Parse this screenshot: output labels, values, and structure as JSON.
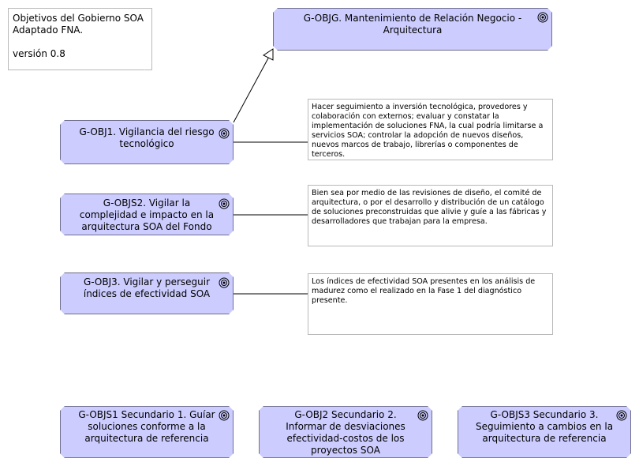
{
  "header_note": {
    "lines": [
      "Objetivos del Gobierno SOA",
      "Adaptado FNA.",
      "",
      "versión 0.8"
    ]
  },
  "goals": {
    "main": {
      "label": "G-OBJG. Mantenimiento de Relación Negocio - Arquitectura",
      "icon": "goal-target-icon"
    },
    "obj1": {
      "label": "G-OBJ1. Vigilancia del riesgo tecnológico",
      "icon": "goal-target-icon"
    },
    "objs2": {
      "label": "G-OBJS2. Vigilar la complejidad e impacto en la arquitectura SOA del Fondo",
      "icon": "goal-target-icon"
    },
    "obj3": {
      "label": "G-OBJ3. Vigilar y perseguir índices de efectividad SOA",
      "icon": "goal-target-icon"
    },
    "sec1": {
      "label": "G-OBJS1 Secundario 1. Guíar soluciones conforme a la arquitectura de referencia",
      "icon": "goal-target-icon"
    },
    "sec2": {
      "label": "G-OBJ2 Secundario 2. Informar de desviaciones efectividad-costos de los proyectos SOA",
      "icon": "goal-target-icon"
    },
    "sec3": {
      "label": "G-OBJS3 Secundario 3. Seguimiento a cambios en la arquitectura de referencia",
      "icon": "goal-target-icon"
    }
  },
  "notes": {
    "note1": "Hacer seguimiento a inversión tecnológica, provedores y colaboración con externos; evaluar y constatar la implementación de soluciones FNA, la cual podría limitarse a servicios SOA; controlar la adopción de nuevos diseños, nuevos marcos de trabajo, librerías o componentes de terceros.",
    "note2": "Bien sea por medio de las revisiones de diseño, el comité de arquitectura, o por el desarrollo y distribución de un catálogo de soluciones preconstruidas que alivie y guíe a las fábricas y desarrolladores que trabajan para la empresa.",
    "note3": "Los índices de efectividad SOA presentes en los análisis de madurez como el realizado en la Fase 1 del diagnóstico presente."
  },
  "colors": {
    "goal_fill": "#ccccff",
    "goal_border": "#6f6f8f",
    "note_border": "#b9b9b9",
    "line": "#000000"
  }
}
